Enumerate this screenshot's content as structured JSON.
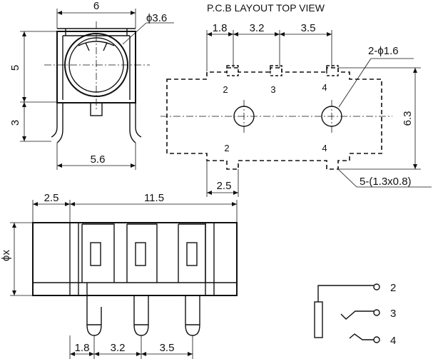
{
  "front_view": {
    "dim_width": "6",
    "dim_bore": "ϕ3.6",
    "dim_height": "5",
    "dim_leg": "3",
    "dim_leg_span": "5.6"
  },
  "pcb_layout": {
    "title": "P.C.B LAYOUT  TOP VIEW",
    "dim_a": "1.8",
    "dim_b": "3.2",
    "dim_c": "3.5",
    "dim_holes": "2-ϕ1.6",
    "dim_height": "6.3",
    "dim_pad_offset": "2.5",
    "dim_pads": "5-(1.3x0.8)",
    "pin_labels_top": [
      "2",
      "3",
      "4"
    ],
    "pin_labels_bottom": [
      "2",
      "4"
    ]
  },
  "side_view": {
    "dim_front": "2.5",
    "dim_length": "11.5",
    "dim_dia": "ϕx",
    "dim_a": "1.8",
    "dim_b": "3.2",
    "dim_c": "3.5"
  },
  "schematic": {
    "pins": [
      "2",
      "3",
      "4"
    ]
  }
}
